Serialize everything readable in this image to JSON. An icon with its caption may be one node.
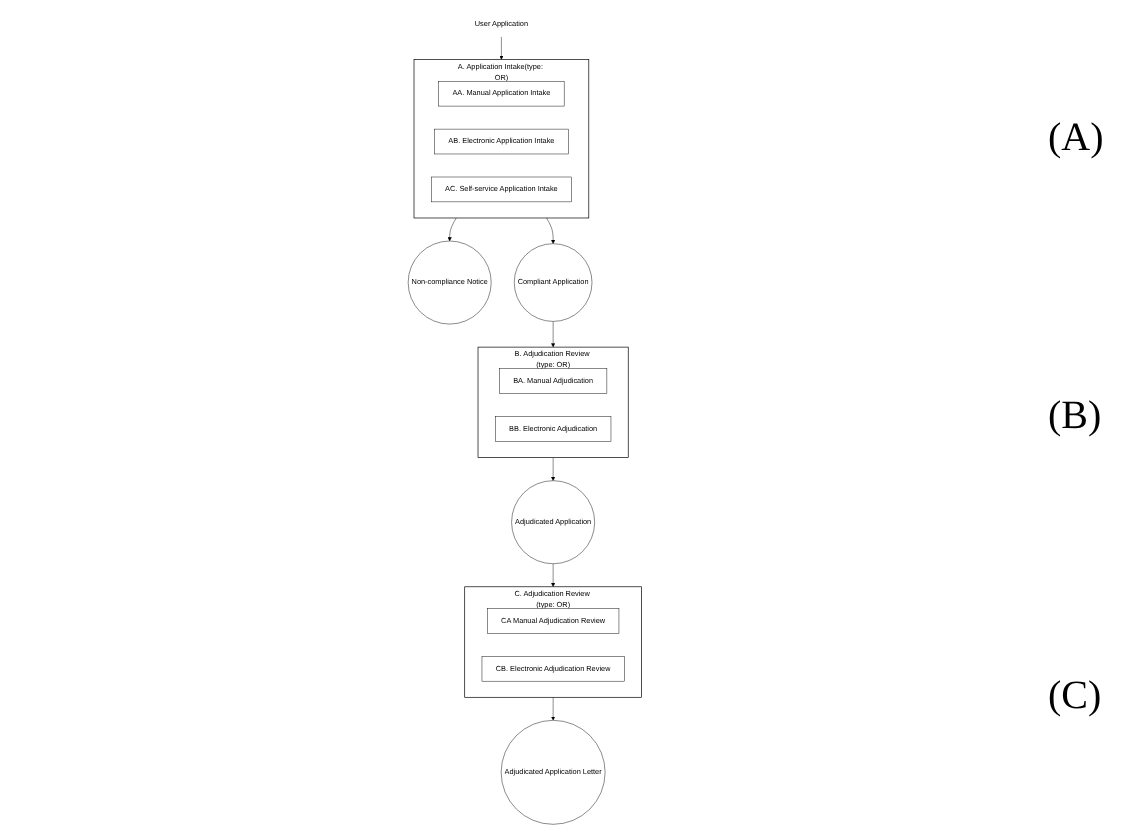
{
  "diagram": {
    "nodes": [
      {
        "text": [
          "User Application"
        ]
      },
      {
        "text": [
          "A. Application Intake(type: OR)"
        ]
      },
      {
        "text": [
          "AA. Manual Application Intake"
        ],
        "in": 1
      },
      {
        "text": [
          "AB. Electronic Application Intake"
        ],
        "in": 1
      },
      {
        "text": [
          "AC. Self-service Application Intake"
        ],
        "in": 1
      },
      {
        "text": [
          "Non-compliance Notice"
        ]
      },
      {
        "text": [
          "Compliant Application"
        ]
      },
      {
        "text": [
          "B. Adjudication Review (type: OR)"
        ]
      },
      {
        "text": [
          "BA. Manual Adjudication"
        ],
        "in": 7
      },
      {
        "text": [
          "BB. Electronic Adjudication"
        ],
        "in": 7
      },
      {
        "text": [
          "Adjudicated Application"
        ]
      },
      {
        "text": [
          "C. Adjudication Review (type: OR)"
        ]
      },
      {
        "text": [
          "CA Manual Adjudication Review"
        ],
        "in": 11
      },
      {
        "text": [
          "CB. Electronic Adjudication Review"
        ],
        "in": 11
      },
      {
        "text": [
          "Adjudicated Application Letter"
        ]
      }
    ],
    "edges": [
      {
        "from": 0,
        "to": 1,
        "arrow": "to"
      },
      {
        "from": 1,
        "to": 5,
        "arrow": "to"
      },
      {
        "from": 1,
        "to": 6,
        "arrow": "to"
      },
      {
        "from": 6,
        "to": 7,
        "arrow": "to"
      },
      {
        "from": 7,
        "to": 10,
        "arrow": "to"
      },
      {
        "from": 10,
        "to": 11,
        "arrow": "to"
      },
      {
        "from": 11,
        "to": 14,
        "arrow": "to"
      }
    ],
    "labels": [
      "(A)",
      "(B)",
      "(C)"
    ]
  }
}
